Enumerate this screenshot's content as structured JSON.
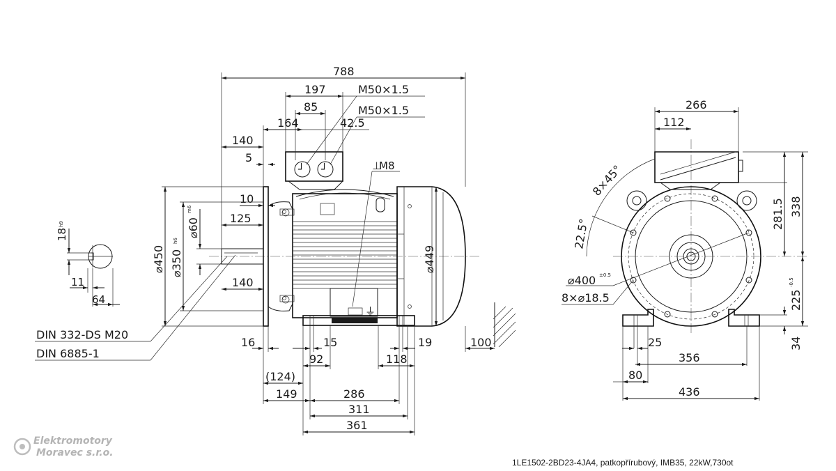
{
  "caption": "1LE1502-2BD23-4JA4, patkopřírubový, IMB35, 22kW,730ot",
  "watermark": {
    "line1": "Elektromotory",
    "line2": "Moravec s.r.o."
  },
  "side_view": {
    "overall_length": "788",
    "terminal_box_width": "197",
    "gland_thread_1": "M50×1.5",
    "gland_thread_2": "M50×1.5",
    "gland_spacing": "85",
    "box_offset": "164",
    "gland_offset": "42.5",
    "flange_to_box": "140",
    "flange_spigot": "5",
    "flange_thickness": "10",
    "shaft_length": "125",
    "shaft_seat": "140",
    "earth_thread": "M8",
    "flange_dia": "⌀450",
    "spigot_dia": "⌀350",
    "spigot_tol": "h6",
    "shaft_dia": "⌀60",
    "shaft_tol": "m6",
    "frame_dia": "⌀449",
    "fan_clearance": "100",
    "dim_16": "16",
    "dim_15": "15",
    "dim_19": "19",
    "dim_92": "92",
    "dim_118": "118",
    "dim_124": "(124)",
    "dim_149": "149",
    "foot_holes_spacing": "286",
    "foot_pad_spacing": "311",
    "foot_length": "361",
    "centre_tap_standard": "DIN 332-DS M20",
    "key_standard": "DIN 6885-1"
  },
  "shaft_section": {
    "key_width": "18",
    "key_tol": "h9",
    "key_depth": "11",
    "shaft_height": "64"
  },
  "end_view": {
    "box_width": "266",
    "box_offset": "112",
    "bolt_pattern": "8×45°",
    "bolt_offset_angle": "22.5°",
    "pcd": "⌀400",
    "pcd_tol": "±0.5",
    "bolt_holes": "8×⌀18.5",
    "box_height": "281.5",
    "overall_height": "338",
    "shaft_height": "225",
    "shaft_height_tol": "-0.5",
    "foot_height": "34",
    "foot_slot": "25",
    "foot_hole_spacing": "356",
    "foot_edge": "80",
    "foot_width": "436"
  }
}
